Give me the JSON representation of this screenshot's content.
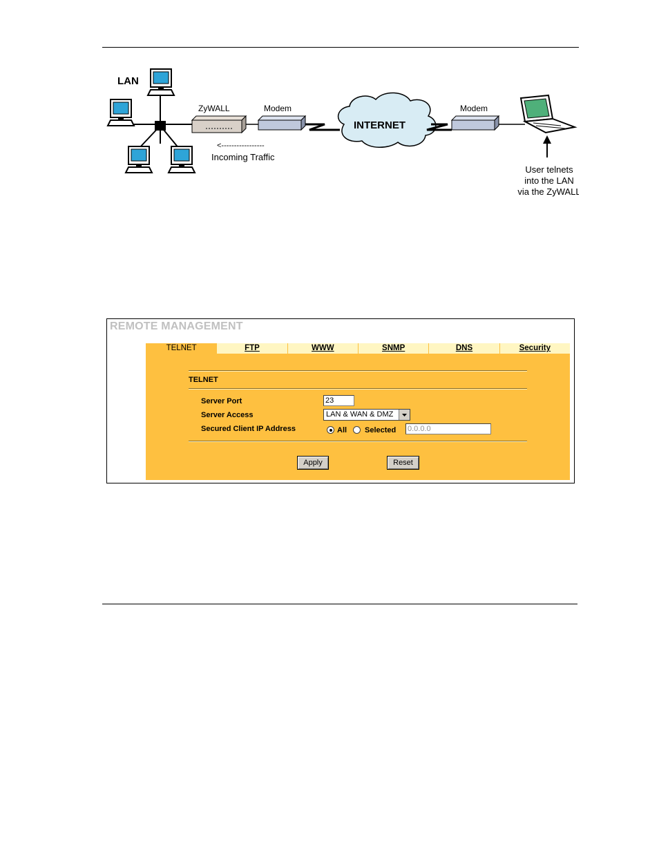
{
  "diagram": {
    "lan_label": "LAN",
    "zywall_label": "ZyWALL",
    "modem_left_label": "Modem",
    "internet_label": "INTERNET",
    "modem_right_label": "Modem",
    "incoming_arrow": "<-----------------",
    "incoming_label": "Incoming Traffic",
    "user_line1": "User telnets",
    "user_line2": "into the LAN",
    "user_line3": "via the ZyWALL"
  },
  "panel": {
    "title": "REMOTE MANAGEMENT",
    "tabs": [
      {
        "label": "TELNET",
        "active": true
      },
      {
        "label": "FTP",
        "active": false
      },
      {
        "label": "WWW",
        "active": false
      },
      {
        "label": "SNMP",
        "active": false
      },
      {
        "label": "DNS",
        "active": false
      },
      {
        "label": "Security",
        "active": false
      }
    ],
    "section_title": "TELNET",
    "server_port_label": "Server Port",
    "server_port_value": "23",
    "server_access_label": "Server Access",
    "server_access_value": "LAN & WAN & DMZ",
    "secured_ip_label": "Secured Client IP Address",
    "radio_all_label": "All",
    "radio_selected_label": "Selected",
    "selected_ip_value": "0.0.0.0",
    "apply_label": "Apply",
    "reset_label": "Reset"
  },
  "colors": {
    "panel_bg": "#fec040",
    "tab_inactive_bg": "#fff6c2",
    "title_gray": "#c0c0c0",
    "monitor_screen": "#2ea4d8",
    "laptop_screen": "#4fb07a",
    "cloud_fill": "#d8ecf4"
  }
}
